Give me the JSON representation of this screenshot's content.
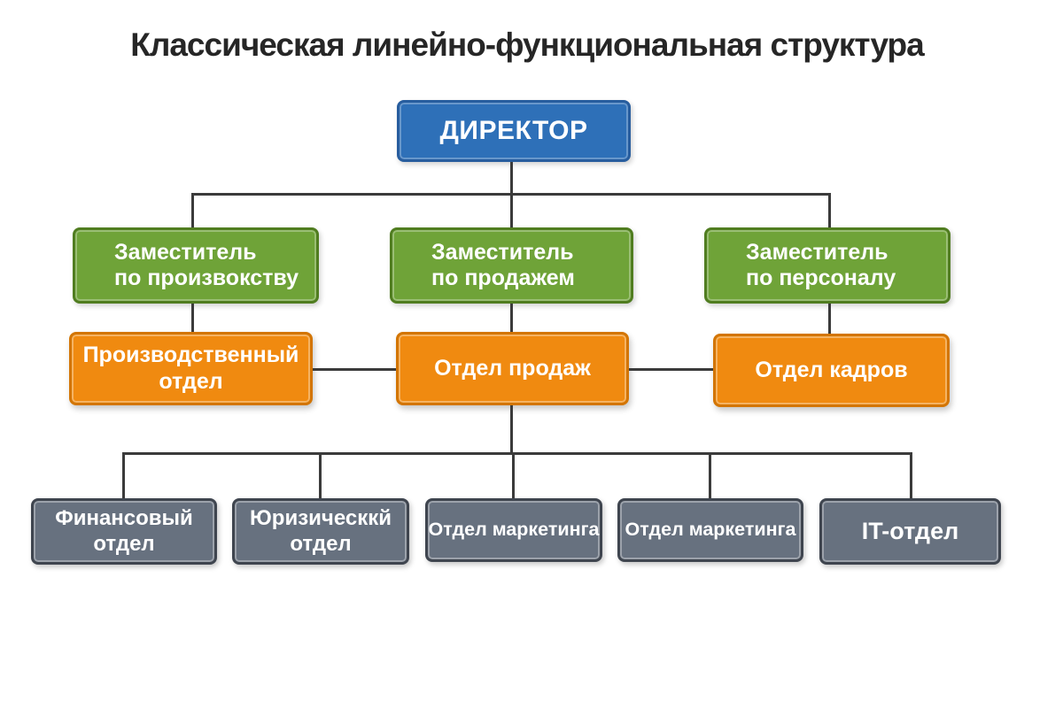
{
  "title": "Классическая линейно-функциональная структура",
  "colors": {
    "director_fill": "#2e70b8",
    "deputy_fill": "#6fa338",
    "department_fill": "#f08a10",
    "sub_department_fill": "#67717f",
    "connector": "#3b3b3b",
    "text": "#ffffff",
    "title_text": "#262626"
  },
  "org": {
    "director": {
      "label": "ДИРЕКТОР"
    },
    "deputies": [
      {
        "label": "Заместитель\nпо произвокству"
      },
      {
        "label": "Заместитель\nпо продажем"
      },
      {
        "label": "Заместитель\nпо персоналу"
      }
    ],
    "departments": [
      {
        "label": "Производственный\nотдел"
      },
      {
        "label": "Отдел продаж"
      },
      {
        "label": "Отдел кадров"
      }
    ],
    "sub_departments": [
      {
        "label": "Финансовый\nотдел"
      },
      {
        "label": "Юризическкй\nотдел"
      },
      {
        "label": "Отдел маркетинга"
      },
      {
        "label": "Отдел маркетинга"
      },
      {
        "label": "IT-отдел"
      }
    ]
  }
}
